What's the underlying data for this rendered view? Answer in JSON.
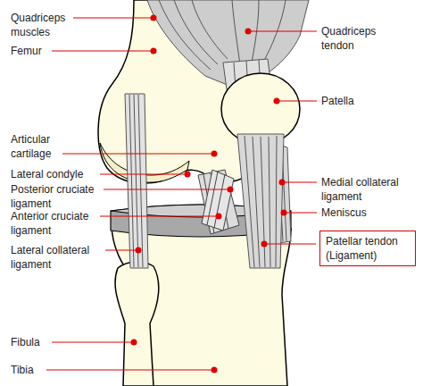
{
  "diagram": {
    "nodes": [
      {
        "text": [
          "Patellar tendon (Ligament)"
        ]
      }
    ],
    "labels": [
      "Quadriceps muscles",
      "Femur",
      "Articular cartilage",
      "Lateral condyle",
      "Posterior cruciate ligament",
      "Anterior cruciate ligament",
      "Lateral collateral ligament",
      "Fibula",
      "Tibia",
      "Quadriceps tendon",
      "Patella",
      "Medial collateral ligament",
      "Meniscus"
    ]
  }
}
